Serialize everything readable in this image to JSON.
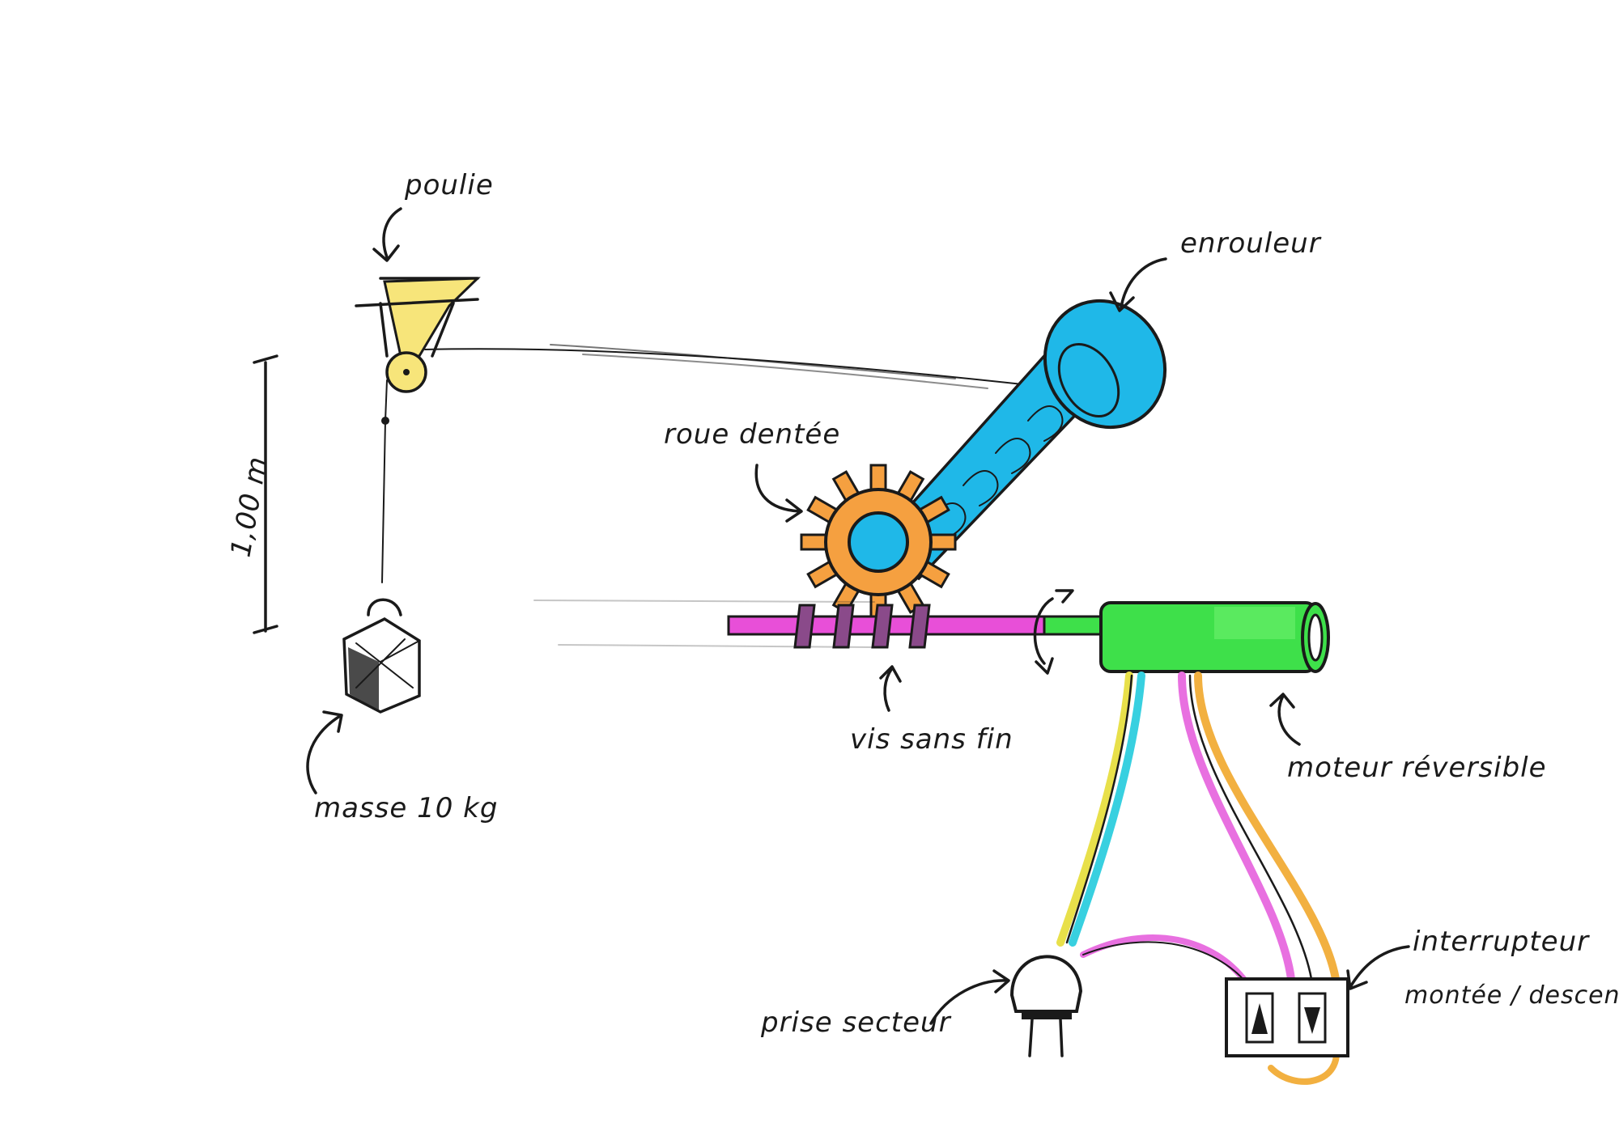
{
  "labels": {
    "pulley": "poulie",
    "winder": "enrouleur",
    "gear_wheel": "roue dentée",
    "height": "1,00 m",
    "mass": "masse 10 kg",
    "worm_screw": "vis sans fin",
    "motor": "moteur réversible",
    "outlet": "prise secteur",
    "switch_line1": "interrupteur",
    "switch_line2": "montée / descente"
  },
  "colors": {
    "pulley": "#f7e57a",
    "winder": "#1fb8e8",
    "gear": "#f5a040",
    "worm": "#e84fd8",
    "motor": "#3ee04a",
    "wire_yellow": "#e8e04a",
    "wire_cyan": "#38d0e0",
    "wire_pink": "#e870e0",
    "wire_orange": "#f2b040",
    "ink": "#1a1a1a"
  },
  "icons": {
    "switch_up": "up-triangle-icon",
    "switch_down": "down-triangle-icon"
  }
}
